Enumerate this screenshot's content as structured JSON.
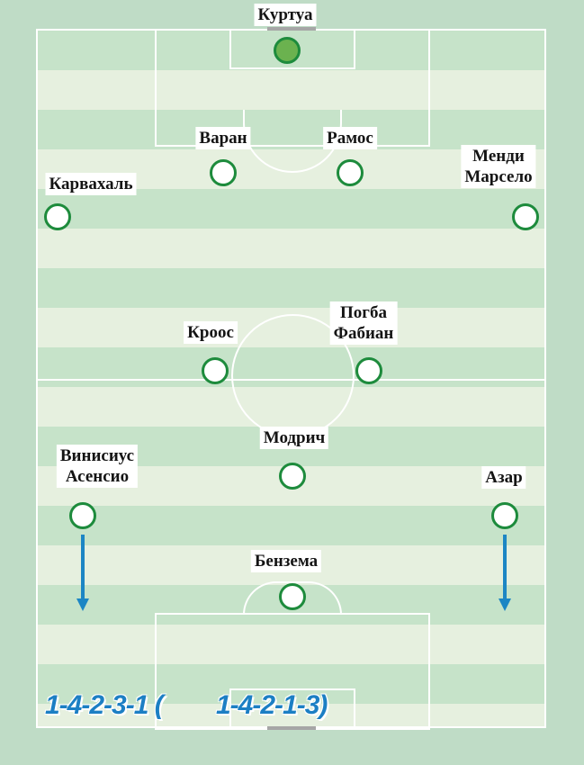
{
  "players": {
    "gk": "Куртуа",
    "cb_left": "Варан",
    "cb_right": "Рамос",
    "rb": "Карвахаль",
    "lb_line1": "Менди",
    "lb_line2": "Марсело",
    "cm_left": "Кроос",
    "cm_right_line1": "Погба",
    "cm_right_line2": "Фабиан",
    "am": "Модрич",
    "rw_line1": "Винисиус",
    "rw_line2": "Асенсио",
    "lw": "Азар",
    "st": "Бензема"
  },
  "formation": {
    "primary": "1-4-2-3-1 (",
    "alternate": "1-4-2-1-3)"
  },
  "colors": {
    "player_border": "#1d8b3c",
    "goalkeeper_fill": "#6bb24f",
    "arrow": "#1c86c4",
    "formation_text": "#1c7fc4"
  }
}
